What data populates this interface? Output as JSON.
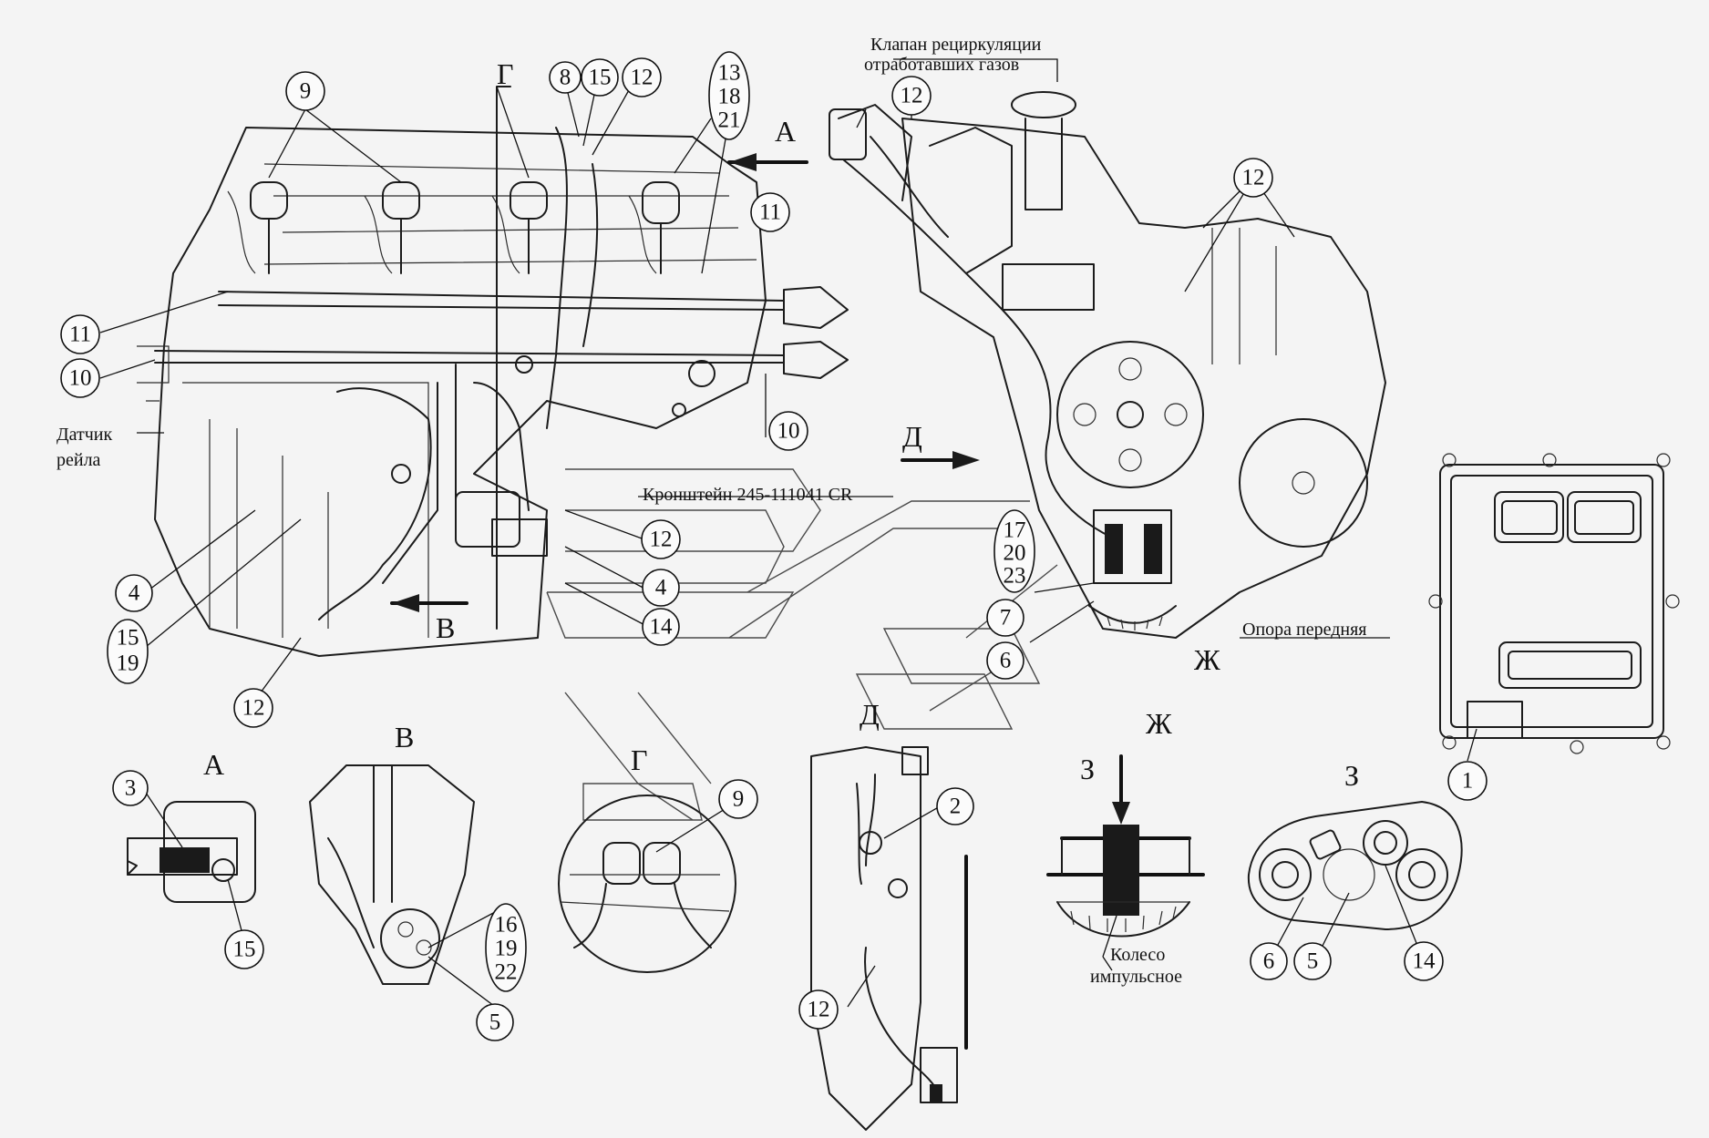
{
  "labels": {
    "egr_valve_1": "Клапан рециркуляции",
    "egr_valve_2": "отработавших газов",
    "rail_sensor_1": "Датчик",
    "rail_sensor_2": "рейла",
    "bracket": "Кронштейн 245-111041 CR",
    "front_support": "Опора передняя",
    "impulse_wheel_1": "Колесо",
    "impulse_wheel_2": "импульсное"
  },
  "views": {
    "A": "А",
    "V": "В",
    "G": "Г",
    "D": "Д",
    "Zh": "Ж",
    "Z": "З"
  },
  "callouts": {
    "c1": "1",
    "c2": "2",
    "c3": "3",
    "c4a": "4",
    "c4b": "4",
    "c5a": "5",
    "c5b": "5",
    "c6a": "6",
    "c6b": "6",
    "c7": "7",
    "c8": "8",
    "c9a": "9",
    "c9b": "9",
    "c10a": "10",
    "c10b": "10",
    "c11a": "11",
    "c11b": "11",
    "c12a": "12",
    "c12b": "12",
    "c12c": "12",
    "c12d": "12",
    "c12e": "12",
    "c12f": "12",
    "c14a": "14",
    "c14b": "14",
    "c15a": "15",
    "c15b": "15",
    "g13_1": "13",
    "g13_2": "18",
    "g13_3": "21",
    "g17_1": "17",
    "g17_2": "20",
    "g17_3": "23",
    "g15_1": "15",
    "g15_2": "19",
    "g16_1": "16",
    "g16_2": "19",
    "g16_3": "22"
  }
}
